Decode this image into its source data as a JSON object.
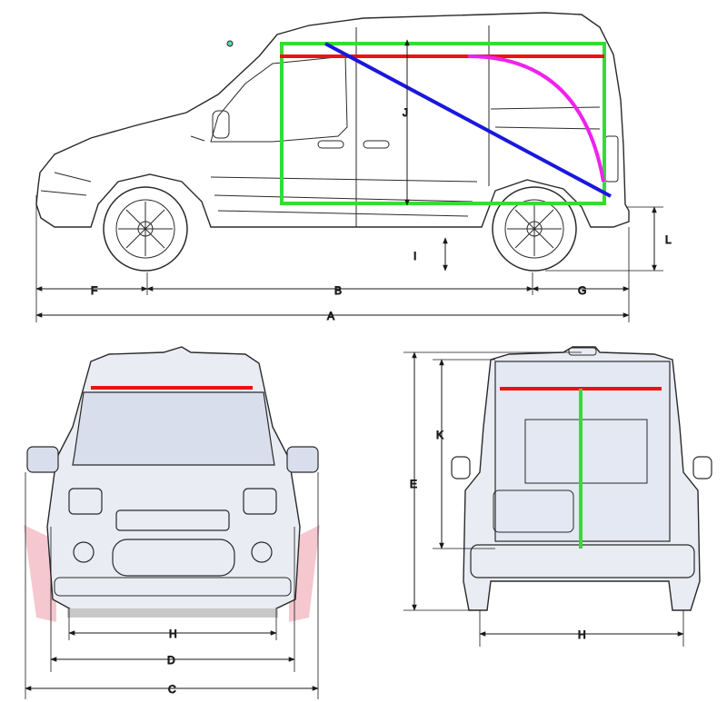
{
  "figure": {
    "side_view_labels": {
      "A": "A",
      "B": "B",
      "F": "F",
      "G": "G",
      "I": "I",
      "J": "J",
      "L": "L"
    },
    "front_view_labels": {
      "C": "C",
      "D": "D",
      "H": "H"
    },
    "rear_view_labels": {
      "E": "E",
      "K": "K",
      "H": "H"
    }
  },
  "colors": {
    "outline": "#2a2a2a",
    "dim_line": "#1a1a1a",
    "green_box": "#33dd33",
    "red_line": "#ee1111",
    "blue_line": "#1818dd",
    "magenta_arc": "#ee22ee",
    "glass": "#d8deeb",
    "body_tint": "#e9ecf3",
    "pink_shadow": "#f5c8d0"
  }
}
